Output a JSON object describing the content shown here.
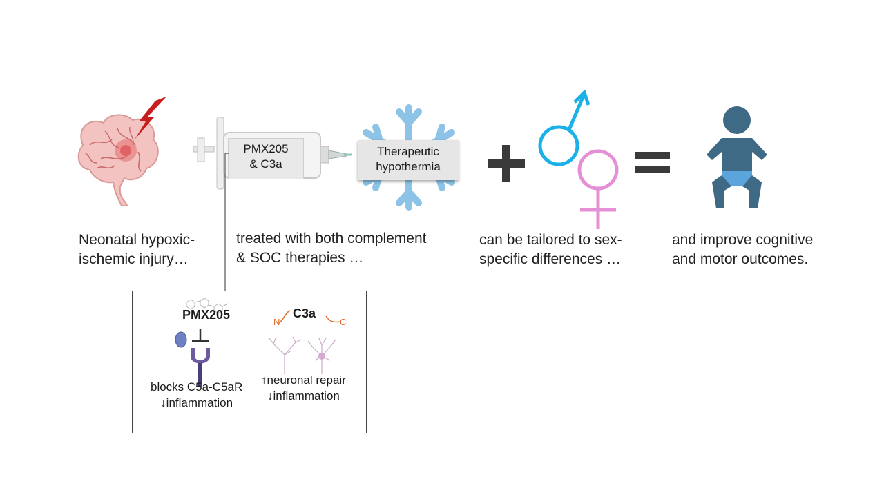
{
  "steps": [
    {
      "line1": "Neonatal hypoxic-",
      "line2": "ischemic injury…"
    },
    {
      "line1": "treated with both complement",
      "line2": "& SOC therapies …"
    },
    {
      "line1": "can be tailored to sex-",
      "line2": "specific differences …"
    },
    {
      "line1": "and improve cognitive",
      "line2": "and motor outcomes."
    }
  ],
  "syringe": {
    "line1": "PMX205",
    "line2": "& C3a"
  },
  "hypothermia": {
    "line1": "Therapeutic",
    "line2": "hypothermia"
  },
  "inset": {
    "pmx_title": "PMX205",
    "pmx_line1": "blocks C5a-C5aR",
    "pmx_line2": "↓inflammation",
    "c3a_title": "C3a",
    "c3a_n": "N",
    "c3a_c": "C",
    "c3a_line1": "↑neuronal  repair",
    "c3a_line2": "↓inflammation"
  },
  "colors": {
    "male": "#1ab0e8",
    "female": "#e48fd6",
    "snowflake": "#8cc3e6",
    "baby": "#3e6a85",
    "diaper": "#5ba4dc",
    "lightning": "#c81e1e",
    "receptor": "#6e5a9e",
    "ligand": "#6d80c4",
    "peptide": "#e06a2a"
  }
}
